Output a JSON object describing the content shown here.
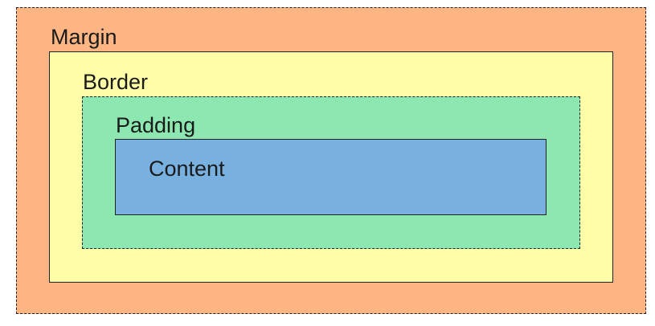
{
  "layers": {
    "margin": {
      "label": "Margin",
      "color": "#FDB683"
    },
    "border": {
      "label": "Border",
      "color": "#FEFEA8"
    },
    "padding": {
      "label": "Padding",
      "color": "#8CE8B0"
    },
    "content": {
      "label": "Content",
      "color": "#78B1E0"
    }
  }
}
